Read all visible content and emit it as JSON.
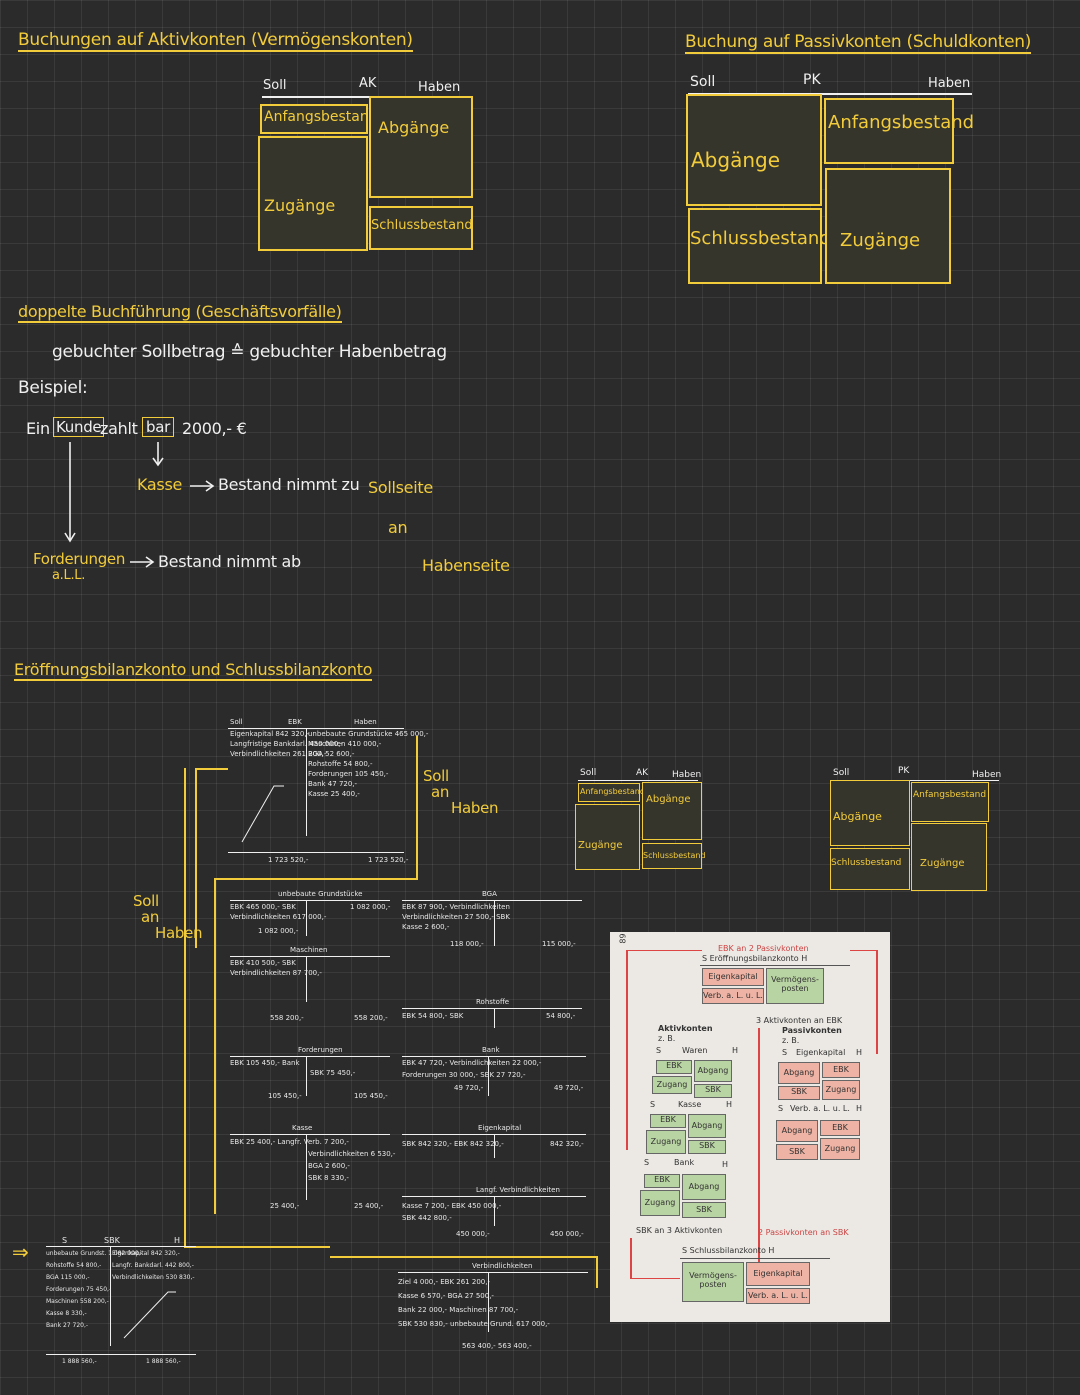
{
  "aktiv": {
    "title": "Buchungen auf Aktivkonten (Vermögenskonten)",
    "soll": "Soll",
    "ak": "AK",
    "haben": "Haben",
    "anfang": "Anfangsbestand",
    "abgaenge": "Abgänge",
    "zugaenge": "Zugänge",
    "schluss": "Schlussbestand"
  },
  "passiv": {
    "title": "Buchung auf Passivkonten (Schuldkonten)",
    "soll": "Soll",
    "pk": "PK",
    "haben": "Haben",
    "anfang": "Anfangsbestand",
    "abgaenge": "Abgänge",
    "schluss": "Schlussbestand",
    "zugaenge": "Zugänge"
  },
  "doppelt": {
    "title": "doppelte Buchführung (Geschäftsvorfälle)",
    "rule": "gebuchter Sollbetrag ≙ gebuchter Habenbetrag",
    "beispiel": "Beispiel:",
    "ein": "Ein",
    "kunde": "Kunde",
    "zahlt": "zahlt",
    "bar": "bar",
    "betrag": "2000,- €",
    "kasse": "Kasse",
    "kasse_text": "Bestand nimmt zu",
    "sollseite": "Sollseite",
    "an": "an",
    "forderungen": "Forderungen",
    "all": "a.L.L.",
    "ford_text": "Bestand nimmt ab",
    "habenseite": "Habenseite"
  },
  "ebk_section": {
    "title": "Eröffnungsbilanzkonto und Schlussbilanzkonto",
    "soll_an_haben_1": [
      "Soll",
      "an",
      "Haben"
    ],
    "soll_an_haben_2": [
      "Soll",
      "an",
      "Haben"
    ]
  },
  "ebk": {
    "head": [
      "Soll",
      "EBK",
      "Haben"
    ],
    "left": [
      "Eigenkapital 842 320,-",
      "Langfristige Bankdarl. 450 000,-",
      "Verbindlichkeiten 261 200,-"
    ],
    "right": [
      "unbebaute Grundstücke 465 000,-",
      "Maschinen 410 000,-",
      "BGA 52 600,-",
      "Rohstoffe 54 800,-",
      "Forderungen 105 450,-",
      "Bank 47 720,-",
      "Kasse 25 400,-"
    ],
    "sum_left": "1 723 520,-",
    "sum_right": "1 723 520,-"
  },
  "konten": [
    {
      "name": "unbebaute Grundstücke",
      "rows": [
        "EBK 465 000,- SBK",
        "Verbindlichkeiten 617 000,-",
        "1 082 000,-"
      ],
      "right": "1 082 000,-"
    },
    {
      "name": "BGA",
      "rows": [
        "EBK 87 900,- Verbindlichkeiten",
        "Verbindlichkeiten 27 500,- SBK",
        "Kasse 2 600,-",
        "118 000,-"
      ],
      "right": "115 000,-"
    },
    {
      "name": "Maschinen",
      "rows": [
        "EBK 410 500,- SBK",
        "Verbindlichkeiten 87 700,-",
        "558 200,-"
      ],
      "right": "558 200,-"
    },
    {
      "name": "Rohstoffe",
      "rows": [
        "EBK 54 800,- SBK"
      ],
      "right": "54 800,-"
    },
    {
      "name": "Forderungen",
      "rows": [
        "EBK 105 450,- Bank",
        "SBK 75 450,-",
        "105 450,-"
      ],
      "right": "105 450,-"
    },
    {
      "name": "Bank",
      "rows": [
        "EBK 47 720,- Verbindlichkeiten 22 000,-",
        "Forderungen 30 000,- SBK 27 720,-",
        "49 720,-"
      ],
      "right": "49 720,-"
    },
    {
      "name": "Kasse",
      "rows": [
        "EBK 25 400,- Langfr. Verb. 7 200,-",
        "Verbindlichkeiten 6 530,-",
        "BGA 2 600,-",
        "SBK 8 330,-",
        "25 400,-"
      ],
      "right": "25 400,-"
    },
    {
      "name": "Eigenkapital",
      "rows": [
        "SBK 842 320,- EBK 842 320,-"
      ],
      "right": "842 320,-"
    },
    {
      "name": "Langf. Verbindlichkeiten",
      "rows": [
        "Kasse 7 200,- EBK 450 000,-",
        "SBK 442 800,-",
        "450 000,-"
      ],
      "right": "450 000,-"
    },
    {
      "name": "Verbindlichkeiten",
      "rows": [
        "Ziel 4 000,- EBK 261 200,-",
        "Kasse 6 570,- BGA 27 500,-",
        "Bank 22 000,- Maschinen 87 700,-",
        "SBK 530 830,- unbebaute Grund. 617 000,-",
        "563 400,- 563 400,-"
      ],
      "right": "563 400,-"
    }
  ],
  "sbk": {
    "head": [
      "S",
      "SBK",
      "H"
    ],
    "left": [
      "unbebaute Grundst. 1 082 000,-",
      "Rohstoffe 54 800,-",
      "BGA 115 000,-",
      "Forderungen 75 450,-",
      "Maschinen 558 200,-",
      "Kasse 8 330,-",
      "Bank 27 720,-"
    ],
    "right": [
      "Eigenkapital 842 320,-",
      "Langfr. Bankdarl. 442 800,-",
      "Verbindlichkeiten 530 830,-"
    ],
    "sum_left": "1 888 560,-",
    "sum_right": "1 888 560,-"
  },
  "small_ak": {
    "soll": "Soll",
    "ak": "AK",
    "haben": "Haben",
    "anfang": "Anfangsbestand",
    "abgaenge": "Abgänge",
    "zugaenge": "Zugänge",
    "schluss": "Schlussbestand"
  },
  "small_pk": {
    "soll": "Soll",
    "pk": "PK",
    "haben": "Haben",
    "anfang": "Anfangsbestand",
    "abgaenge": "Abgänge",
    "schluss": "Schlussbestand",
    "zugaenge": "Zugänge"
  },
  "photo": {
    "side_num": "89",
    "ebk_title": "EBK an 2 Passivkonten",
    "ebk_head": "S   Eröffnungsbilanzkonto   H",
    "eigenkapital": "Eigenkapital",
    "verb": "Verb. a. L. u. L.",
    "vermoegen": "Vermögens-posten",
    "aktiv_an_ebk": "3 Aktivkonten an EBK",
    "aktivkonten": "Aktivkonten",
    "zb": "z. B.",
    "passivkonten": "Passivkonten",
    "waren": "Waren",
    "kasse": "Kasse",
    "bank": "Bank",
    "ek_konto": "Eigenkapital",
    "verb_konto": "Verb. a. L. u. L.",
    "ebk": "EBK",
    "sbk": "SBK",
    "zugang": "Zugang",
    "abgang": "Abgang",
    "s": "S",
    "h": "H",
    "sbk_an_aktiv": "SBK an 3 Aktivkonten",
    "passiv_an_sbk": "2 Passivkonten an SBK",
    "sbk_head": "S      Schlussbilanzkonto      H"
  },
  "colors": {
    "accent": "#f2cc3a",
    "background": "#2b2b2b",
    "green": "#b9d4a3",
    "salmon": "#eeb3a4"
  }
}
